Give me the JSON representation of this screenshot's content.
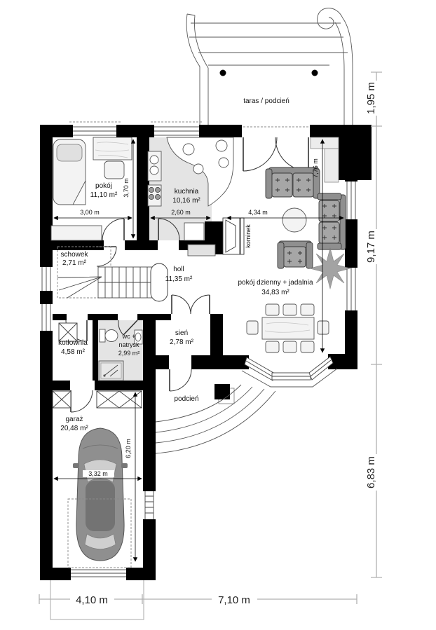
{
  "plan": {
    "terrace": {
      "label": "taras / podcień"
    },
    "rooms": {
      "pokoj": {
        "name": "pokój",
        "area": "11,10 m²"
      },
      "kuchnia": {
        "name": "kuchnia",
        "area": "10,16 m²"
      },
      "schowek": {
        "name": "schowek",
        "area": "2,71 m²"
      },
      "holl": {
        "name": "holl",
        "area": "11,35 m²"
      },
      "salon": {
        "name": "pokój dzienny + jadalnia",
        "area": "34,83 m²"
      },
      "kotlownia": {
        "name": "kotłownia",
        "area": "4,58 m²"
      },
      "wc": {
        "name_line1": "wc +",
        "name_line2": "natrysk",
        "area": "2,99 m²"
      },
      "sien": {
        "name": "sień",
        "area": "2,78 m²"
      },
      "garaz": {
        "name": "garaż",
        "area": "20,48 m²"
      },
      "podcien": {
        "name": "podcień"
      },
      "kominek": {
        "name": "kominek"
      }
    },
    "dimensions": {
      "right_top": "1,95 m",
      "right_mid": "9,17 m",
      "right_bottom": "6,83 m",
      "bottom_left": "4,10 m",
      "bottom_right": "7,10 m",
      "pokoj_w": "3,00 m",
      "pokoj_h": "3,70 m",
      "kuchnia_w": "2,60 m",
      "salon_w": "4,34 m",
      "salon_h": "7,76 m",
      "garaz_h": "6,20 m",
      "garaz_w": "3,32 m"
    },
    "colors": {
      "wall": "#000000",
      "floor_gray": "#e4e4e4",
      "dim_line_gray": "#b0b0b0",
      "furniture_gray": "#a6a6a6",
      "car_gray": "#8f8f8f"
    }
  }
}
